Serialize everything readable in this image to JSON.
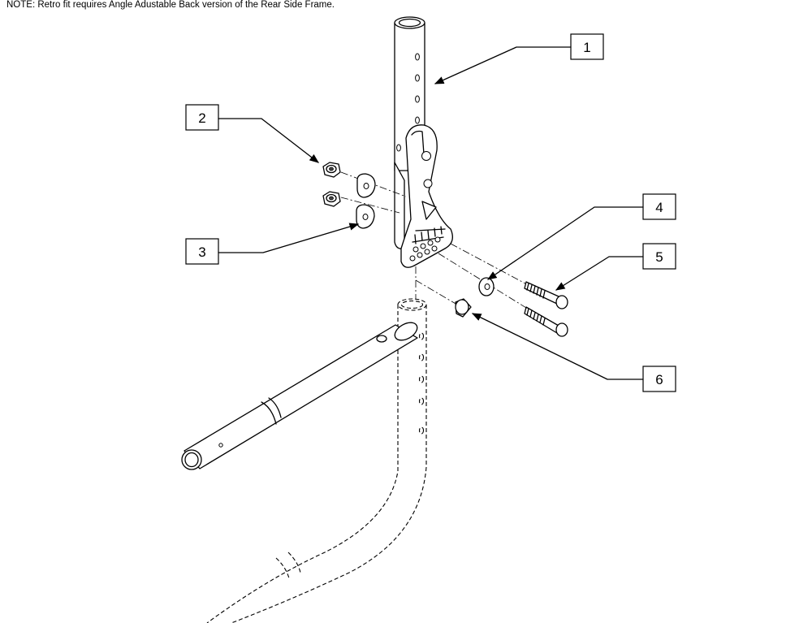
{
  "note": "NOTE: Retro fit requires Angle Adustable Back version of the Rear Side Frame.",
  "callouts": [
    {
      "number": "1"
    },
    {
      "number": "2"
    },
    {
      "number": "3"
    },
    {
      "number": "4"
    },
    {
      "number": "5"
    },
    {
      "number": "6"
    }
  ],
  "colors": {
    "line": "#000000",
    "background": "#ffffff"
  }
}
